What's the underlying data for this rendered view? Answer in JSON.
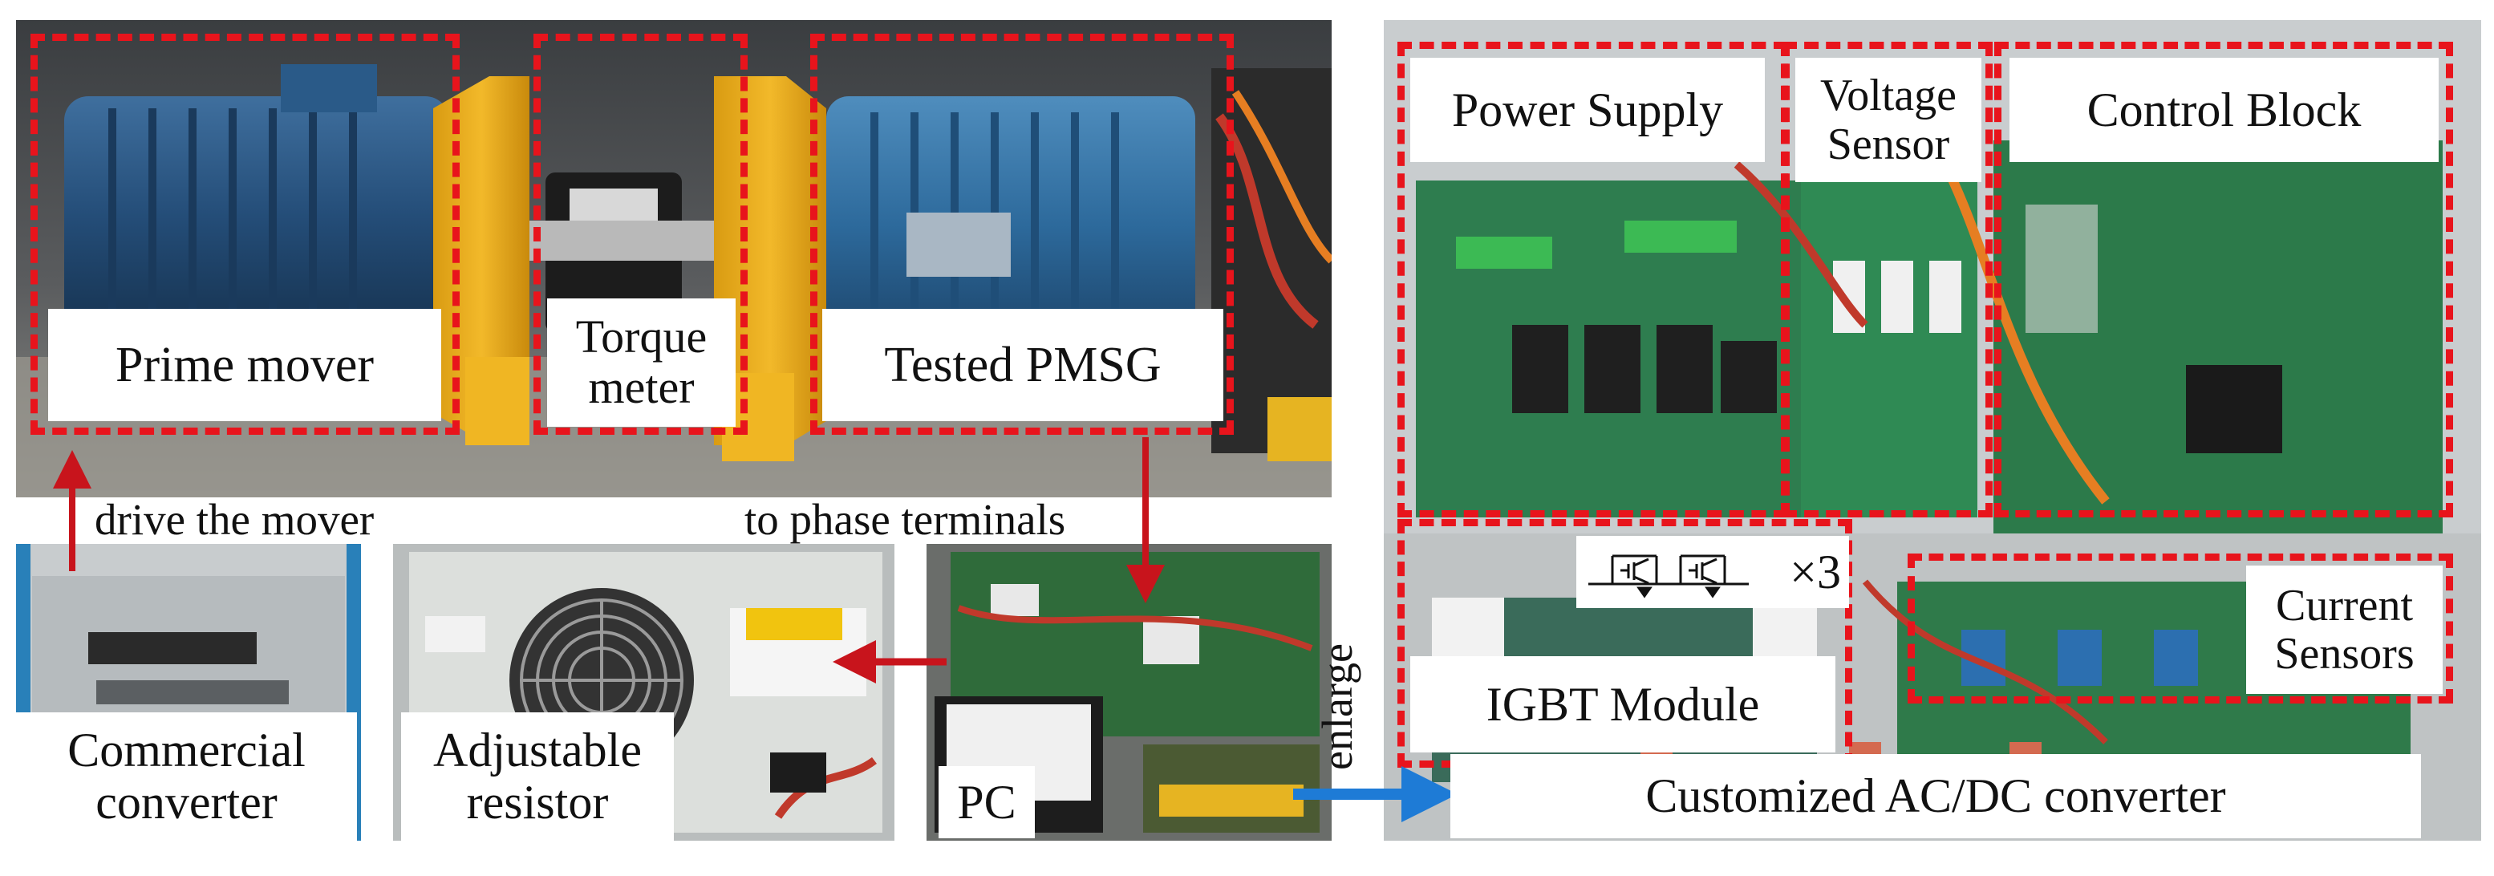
{
  "labels": {
    "prime_mover": "Prime mover",
    "torque_meter": "Torque\nmeter",
    "tested_pmsg": "Tested PMSG",
    "drive_the_mover": "drive the mover",
    "to_phase_terminals": "to phase terminals",
    "commercial_converter": "Commercial\nconverter",
    "adjustable_resistor": "Adjustable\nresistor",
    "pc": "PC",
    "enlarge": "enlarge",
    "power_supply": "Power Supply",
    "voltage_sensor": "Voltage\nSensor",
    "control_block": "Control Block",
    "igbt_module": "IGBT Module",
    "igbt_count": "×3",
    "current_sensors": "Current\nSensors",
    "customized_converter": "Customized AC/DC converter"
  },
  "colors": {
    "highlight_box": "#e8141c",
    "arrow_red": "#c8141c",
    "arrow_blue": "#1e7bd6"
  }
}
